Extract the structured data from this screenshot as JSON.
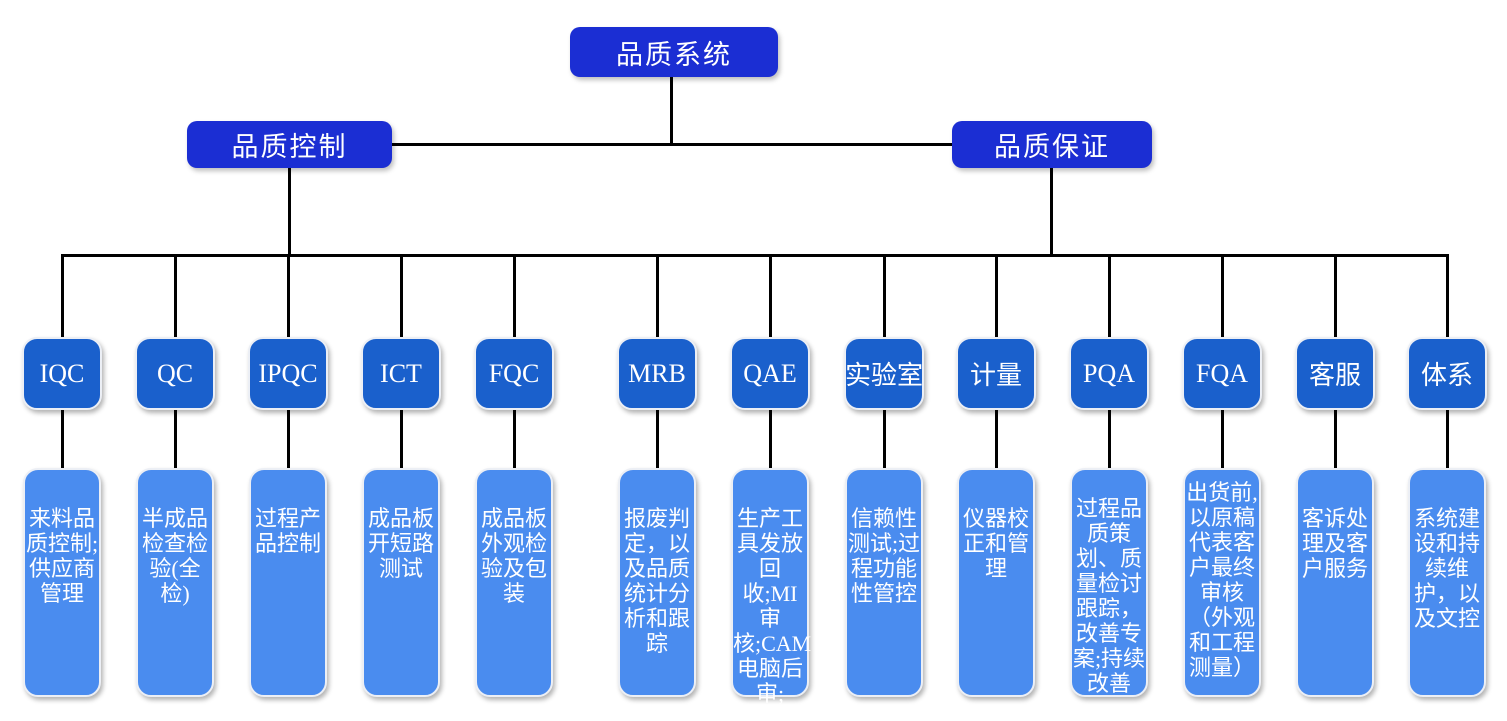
{
  "colors": {
    "root_box": "#1B2ED3",
    "child_box": "#1A60CC",
    "desc_box": "#4A8CEF",
    "line": "#000000",
    "box_text": "#FFFFFF"
  },
  "root": {
    "label": "品质系统"
  },
  "branches": [
    {
      "label": "品质控制"
    },
    {
      "label": "品质保证"
    }
  ],
  "columns": [
    {
      "code": "IQC",
      "desc": "来料品质控制;供应商管理",
      "branch": "品质控制"
    },
    {
      "code": "QC",
      "desc": "半成品检查检验(全检)",
      "branch": "品质控制"
    },
    {
      "code": "IPQC",
      "desc": "过程产品控制",
      "branch": "品质控制"
    },
    {
      "code": "ICT",
      "desc": "成品板开短路测试",
      "branch": "品质控制"
    },
    {
      "code": "FQC",
      "desc": "成品板外观检验及包装",
      "branch": "品质控制"
    },
    {
      "code": "MRB",
      "desc": "报废判定，以及品质统计分析和跟踪",
      "branch": "品质保证"
    },
    {
      "code": "QAE",
      "desc": "生产工具发放回收;MI审核;CAM电脑后审;",
      "branch": "品质保证"
    },
    {
      "code": "实验室",
      "desc": "信赖性测试;过程功能性管控",
      "branch": "品质保证"
    },
    {
      "code": "计量",
      "desc": "仪器校正和管理",
      "branch": "品质保证"
    },
    {
      "code": "PQA",
      "desc": "过程品质策划、质量检讨跟踪，改善专案;持续改善",
      "branch": "品质保证"
    },
    {
      "code": "FQA",
      "desc": "出货前,以原稿代表客户最终审核（外观和工程测量）",
      "branch": "品质保证"
    },
    {
      "code": "客服",
      "desc": "客诉处理及客户服务",
      "branch": "品质保证"
    },
    {
      "code": "体系",
      "desc": "系统建设和持续维护，以及文控",
      "branch": "品质保证"
    }
  ]
}
